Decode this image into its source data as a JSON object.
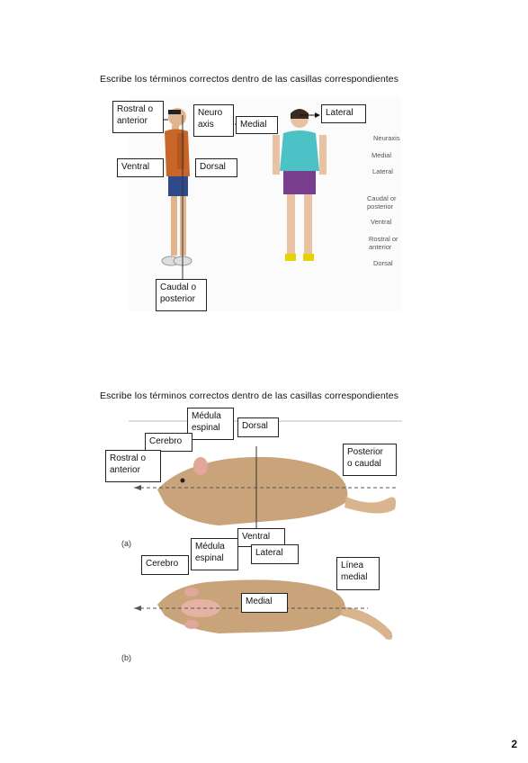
{
  "page": {
    "number": "2"
  },
  "section1": {
    "instruction": "Escribe los términos correctos dentro de las casillas correspondientes",
    "boxes": {
      "rostral": "Rostral o\nanterior",
      "neuro": "Neuro\naxis",
      "medial": "Medial",
      "lateral": "Lateral",
      "ventral": "Ventral",
      "dorsal": "Dorsal",
      "caudal": "Caudal o\nposterior"
    },
    "side_labels": [
      "Neuraxis",
      "Medial",
      "Lateral",
      "Caudal or\nposterior",
      "Ventral",
      "Rostral or\nanterior",
      "Dorsal"
    ]
  },
  "section2": {
    "instruction": "Escribe los términos correctos dentro de las casillas correspondientes",
    "boxes": {
      "medula_a": "Médula\nespinal",
      "dorsal": "Dorsal",
      "cerebro_a": "Cerebro",
      "rostral": "Rostral o\nanterior",
      "posterior": "Posterior\no caudal",
      "ventral": "Ventral",
      "medula_b": "Médula\nespinal",
      "lateral": "Lateral",
      "cerebro_b": "Cerebro",
      "linea": "Línea\nmedial",
      "medial": "Medial"
    },
    "figure_labels": {
      "a": "(a)",
      "b": "(b)"
    }
  },
  "colors": {
    "shirt_man": "#c8662a",
    "shirt_woman": "#4cc2c6",
    "shorts_woman": "#7a3e8e",
    "rat_fur": "#c9a47a"
  }
}
